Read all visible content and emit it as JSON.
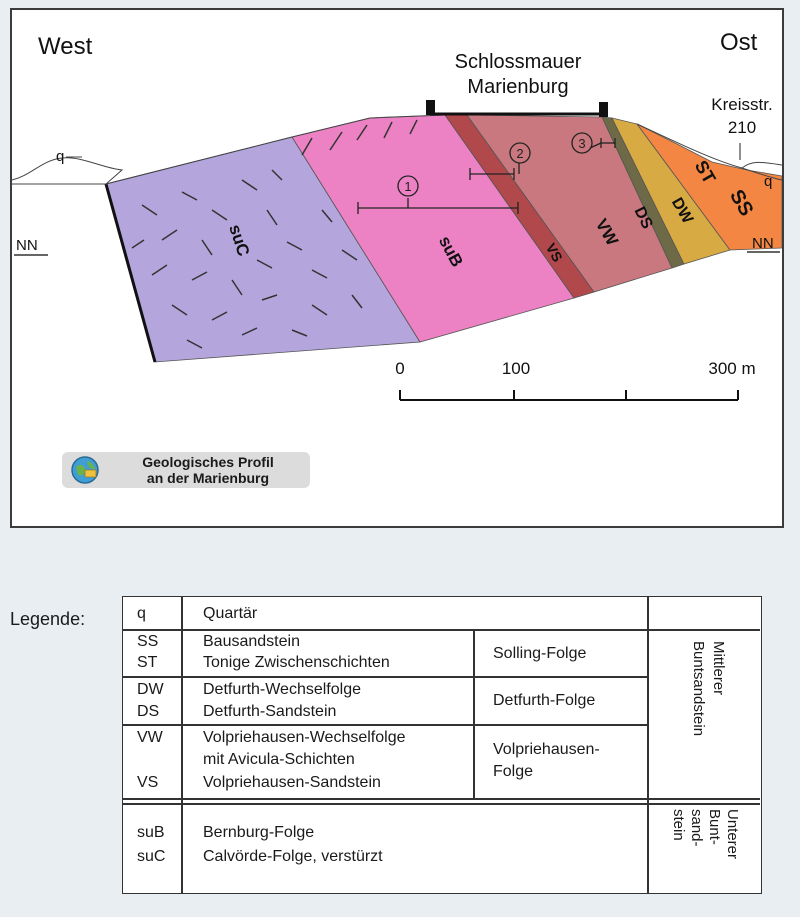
{
  "profile": {
    "west": "West",
    "east": "Ost",
    "castle_wall_line1": "Schlossmauer",
    "castle_wall_line2": "Marienburg",
    "road_line1": "Kreisstr.",
    "road_line2": "210",
    "nn_left": "NN",
    "nn_right": "NN",
    "q_left": "q",
    "q_right": "q",
    "units": {
      "suC": "suC",
      "suB": "suB",
      "VS": "VS",
      "VW": "VW",
      "DS": "DS",
      "DW": "DW",
      "ST": "ST",
      "SS": "SS"
    },
    "markers": [
      "1",
      "2",
      "3"
    ],
    "scale": {
      "tick_0": "0",
      "tick_100": "100",
      "tick_300": "300 m"
    },
    "colors": {
      "suC": "#b4a6dc",
      "suB": "#ec82c4",
      "VS": "#b0484c",
      "VW": "#c8787e",
      "DS": "#6e6a48",
      "DW": "#d8aa44",
      "ST_SS": "#f28642"
    },
    "badge_line1": "Geologisches Profil",
    "badge_line2": "an der Marienburg"
  },
  "legend": {
    "title": "Legende:",
    "rows": [
      {
        "codes": [
          "q"
        ],
        "descriptions": [
          "Quartär"
        ]
      },
      {
        "codes": [
          "SS",
          "ST"
        ],
        "descriptions": [
          "Bausandstein",
          "Tonige Zwischenschichten"
        ],
        "group": "Solling-Folge"
      },
      {
        "codes": [
          "DW",
          "DS"
        ],
        "descriptions": [
          "Detfurth-Wechselfolge",
          "Detfurth-Sandstein"
        ],
        "group": "Detfurth-Folge"
      },
      {
        "codes": [
          "VW",
          "VS"
        ],
        "descriptions": [
          "Volpriehausen-Wechselfolge",
          "mit Avicula-Schichten",
          "Volpriehausen-Sandstein"
        ],
        "group_lines": [
          "Volpriehausen-",
          "Folge"
        ]
      },
      {
        "codes": [
          "suB",
          "suC"
        ],
        "descriptions": [
          "Bernburg-Folge",
          "Calvörde-Folge, verstürzt"
        ]
      }
    ],
    "mittlerer_line1": "Mittlerer",
    "mittlerer_line2": "Buntsandstein",
    "unterer_line1": "Unterer",
    "unterer_line2": "Bunt-",
    "unterer_line3": "sand-",
    "unterer_line4": "stein"
  }
}
